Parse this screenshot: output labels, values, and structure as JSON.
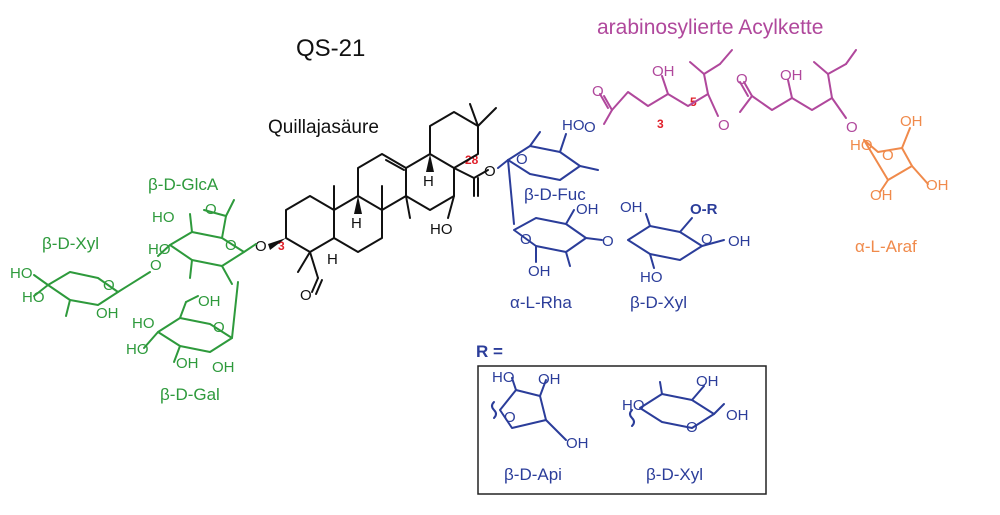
{
  "title": "QS-21",
  "colors": {
    "black": "#111111",
    "green": "#2e9a3c",
    "blue": "#2b3d9a",
    "magenta": "#b0489c",
    "orange": "#f08a4b",
    "red": "#e0202a"
  },
  "labels": {
    "acyl_chain": "arabinosylierte Acylkette",
    "core": "Quillajasäure",
    "glca": "β-D-GlcA",
    "xyl_green": "β-D-Xyl",
    "gal": "β-D-Gal",
    "fuc": "β-D-Fuc",
    "rha": "α-L-Rha",
    "xyl_blue": "β-D-Xyl",
    "araf": "α-L-Araf",
    "r_def": "R =",
    "api_box": "β-D-Api",
    "xyl_box": "β-D-Xyl"
  },
  "locants": {
    "c3_core": "3",
    "c28": "28",
    "c3_chain": "3",
    "c5_chain": "5"
  },
  "atoms": {
    "oh": "OH",
    "ho": "HO",
    "o": "O",
    "h": "H",
    "ho_glca": "HO",
    "o_r": "O-R"
  }
}
